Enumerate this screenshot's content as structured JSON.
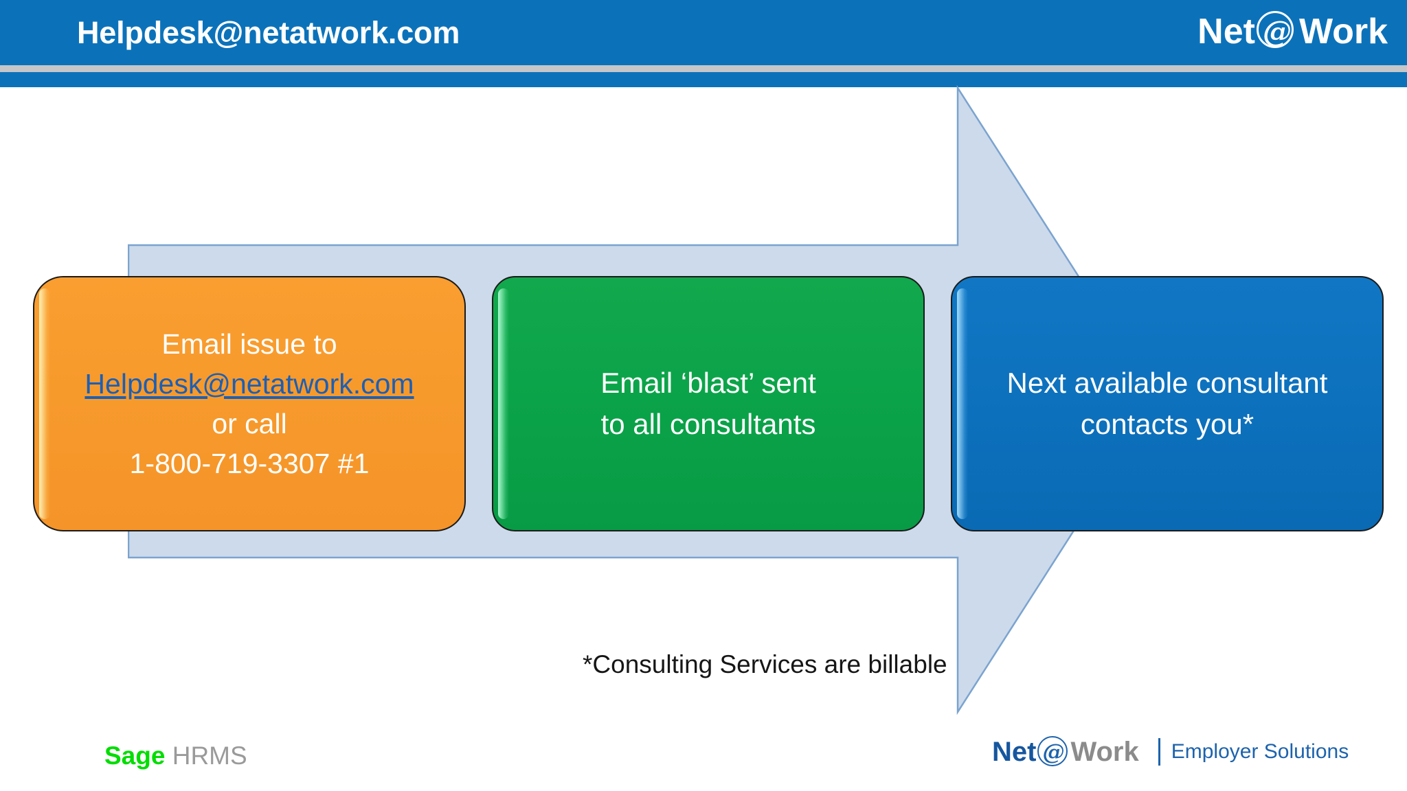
{
  "header": {
    "title": "Helpdesk@netatwork.com",
    "logo": {
      "part1": "Net",
      "at": "@",
      "part2": "Work"
    },
    "bar_color": "#0b72ba",
    "divider_color": "#c6c7c9"
  },
  "arrow": {
    "fill_color": "#ccdaeb",
    "stroke_color": "#7ba3cf",
    "direction": "right"
  },
  "process": {
    "steps": [
      {
        "name": "email-issue",
        "color": "#f79a2c",
        "line1": "Email issue to",
        "link": "Helpdesk@netatwork.com",
        "line2": "or call",
        "line3": "1-800-719-3307 #1"
      },
      {
        "name": "email-blast",
        "color": "#0ba349",
        "line1": "Email ‘blast’ sent",
        "line2": "to all consultants"
      },
      {
        "name": "consultant-contact",
        "color": "#0d71bd",
        "line1": "Next available consultant",
        "line2": "contacts you*"
      }
    ]
  },
  "footnote": "*Consulting Services are billable",
  "footer": {
    "sage": {
      "brand": "Sage",
      "product": "HRMS",
      "brand_color": "#00dd00",
      "product_color": "#9a9a9a"
    },
    "netatwork": {
      "part1": "Net",
      "at": "@",
      "part2": "Work",
      "tagline": "Employer Solutions",
      "color": "#1d63ac"
    }
  }
}
